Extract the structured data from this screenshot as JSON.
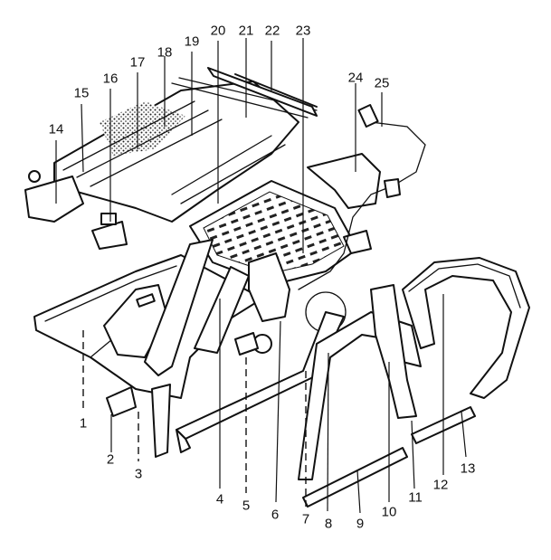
{
  "diagram": {
    "callouts": [
      "1",
      "2",
      "3",
      "4",
      "5",
      "6",
      "7",
      "8",
      "9",
      "10",
      "11",
      "12",
      "13",
      "14",
      "15",
      "16",
      "17",
      "18",
      "19",
      "20",
      "21",
      "22",
      "23",
      "24",
      "25"
    ]
  },
  "colors": {
    "ink": "#111111",
    "background": "#ffffff"
  }
}
